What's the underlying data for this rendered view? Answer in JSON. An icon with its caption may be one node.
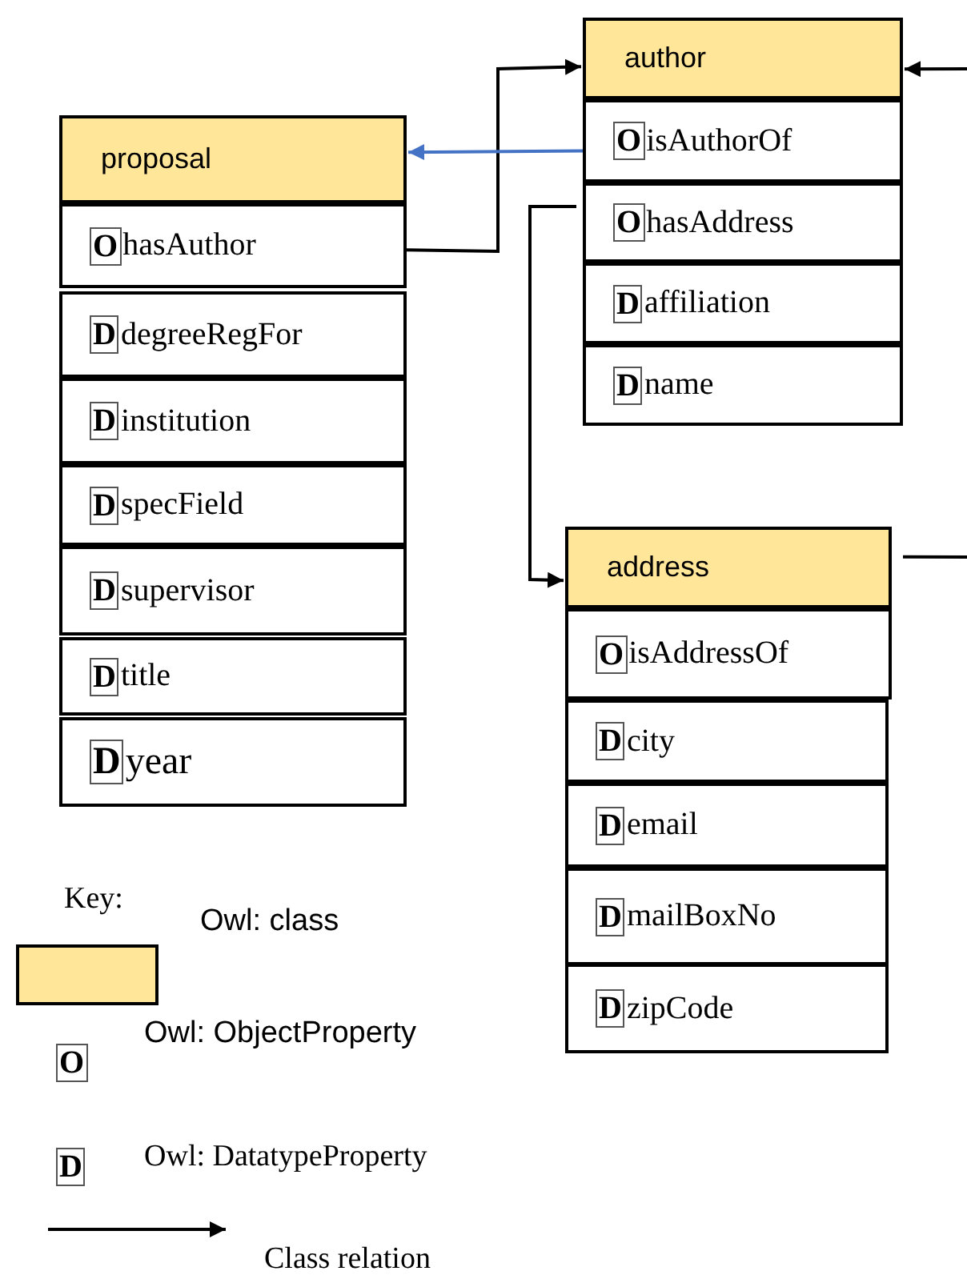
{
  "diagram": {
    "nodes": [
      {
        "text": [
          "proposal"
        ]
      },
      {
        "text": [
          "O",
          "hasAuthor"
        ]
      },
      {
        "text": [
          "D",
          "degreeRegFor"
        ]
      },
      {
        "text": [
          "D",
          "institution"
        ]
      },
      {
        "text": [
          "D",
          "specField"
        ]
      },
      {
        "text": [
          "D",
          "supervisor"
        ]
      },
      {
        "text": [
          "D",
          "title"
        ]
      },
      {
        "text": [
          "D",
          "year"
        ]
      },
      {
        "text": [
          "author"
        ]
      },
      {
        "text": [
          "O",
          "isAuthorOf"
        ]
      },
      {
        "text": [
          "O",
          "hasAddress"
        ]
      },
      {
        "text": [
          "D",
          "affiliation"
        ]
      },
      {
        "text": [
          "D",
          "name"
        ]
      },
      {
        "text": [
          "address"
        ]
      },
      {
        "text": [
          "O",
          "isAddressOf"
        ]
      },
      {
        "text": [
          "D",
          "city"
        ]
      },
      {
        "text": [
          "D",
          "email"
        ]
      },
      {
        "text": [
          "D",
          "mailBoxNo"
        ]
      },
      {
        "text": [
          "D",
          "zipCode"
        ]
      }
    ],
    "edges": [
      {
        "from": 1,
        "to": 8,
        "arrow": "to"
      },
      {
        "from": 9,
        "to": 0,
        "arrow": "to",
        "color": "#4472c4"
      },
      {
        "from": 10,
        "to": 13,
        "arrow": "to"
      },
      {
        "from": null,
        "to": 8,
        "arrow": "to"
      },
      {
        "from": 13,
        "to": null,
        "arrow": "none"
      }
    ],
    "labels": [
      "Key:",
      "O",
      "D"
    ],
    "legend": [
      {
        "text": "Owl: class",
        "color": "#ffe699"
      },
      {
        "text": "Owl: ObjectProperty"
      },
      {
        "text": "Owl: DatatypeProperty"
      },
      {
        "text": "Class relation"
      }
    ]
  }
}
